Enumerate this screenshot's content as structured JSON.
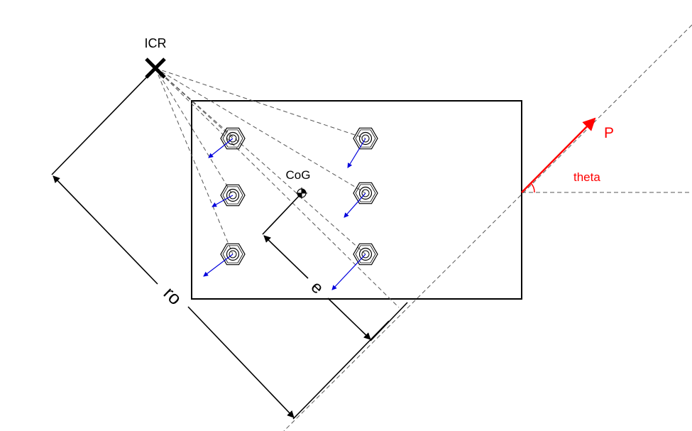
{
  "labels": {
    "icr": "ICR",
    "cog": "CoG",
    "load": "P",
    "angle": "theta",
    "eccentricity": "e",
    "radius": "ro"
  },
  "bolts": [
    {
      "id": "top-left"
    },
    {
      "id": "top-right"
    },
    {
      "id": "middle-left"
    },
    {
      "id": "middle-right"
    },
    {
      "id": "bottom-left"
    },
    {
      "id": "bottom-right"
    }
  ],
  "colors": {
    "line": "#000000",
    "load": "#ff0000",
    "bolt_force": "#0000dd",
    "construction": "#555555"
  },
  "icons": {
    "icr_marker": "x-mark-icon",
    "cog_marker": "center-of-gravity-icon",
    "bolt": "hex-nut-icon"
  }
}
